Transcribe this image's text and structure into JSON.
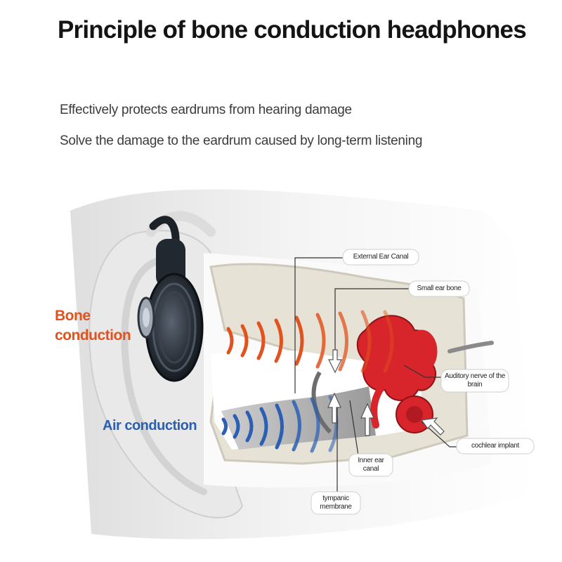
{
  "header": {
    "title": "Principle of bone conduction headphones",
    "subtitle_1": "Effectively protects eardrums from hearing damage",
    "subtitle_2": "Solve the damage to the eardrum caused by long-term listening"
  },
  "labels": {
    "bone": "Bone conduction",
    "air": "Air conduction"
  },
  "callouts": {
    "external_ear_canal": "External Ear Canal",
    "small_ear_bone": "Small ear bone",
    "auditory_nerve": "Auditory nerve of the brain",
    "cochlear_implant": "cochlear implant",
    "inner_ear_canal": "Inner ear canal",
    "tympanic_membrane": "tympanic membrane"
  },
  "colors": {
    "bone_wave": "#e0531f",
    "air_wave": "#2a5fb3",
    "cochlea": "#d8242b",
    "tissue": "#e7e2d6"
  }
}
